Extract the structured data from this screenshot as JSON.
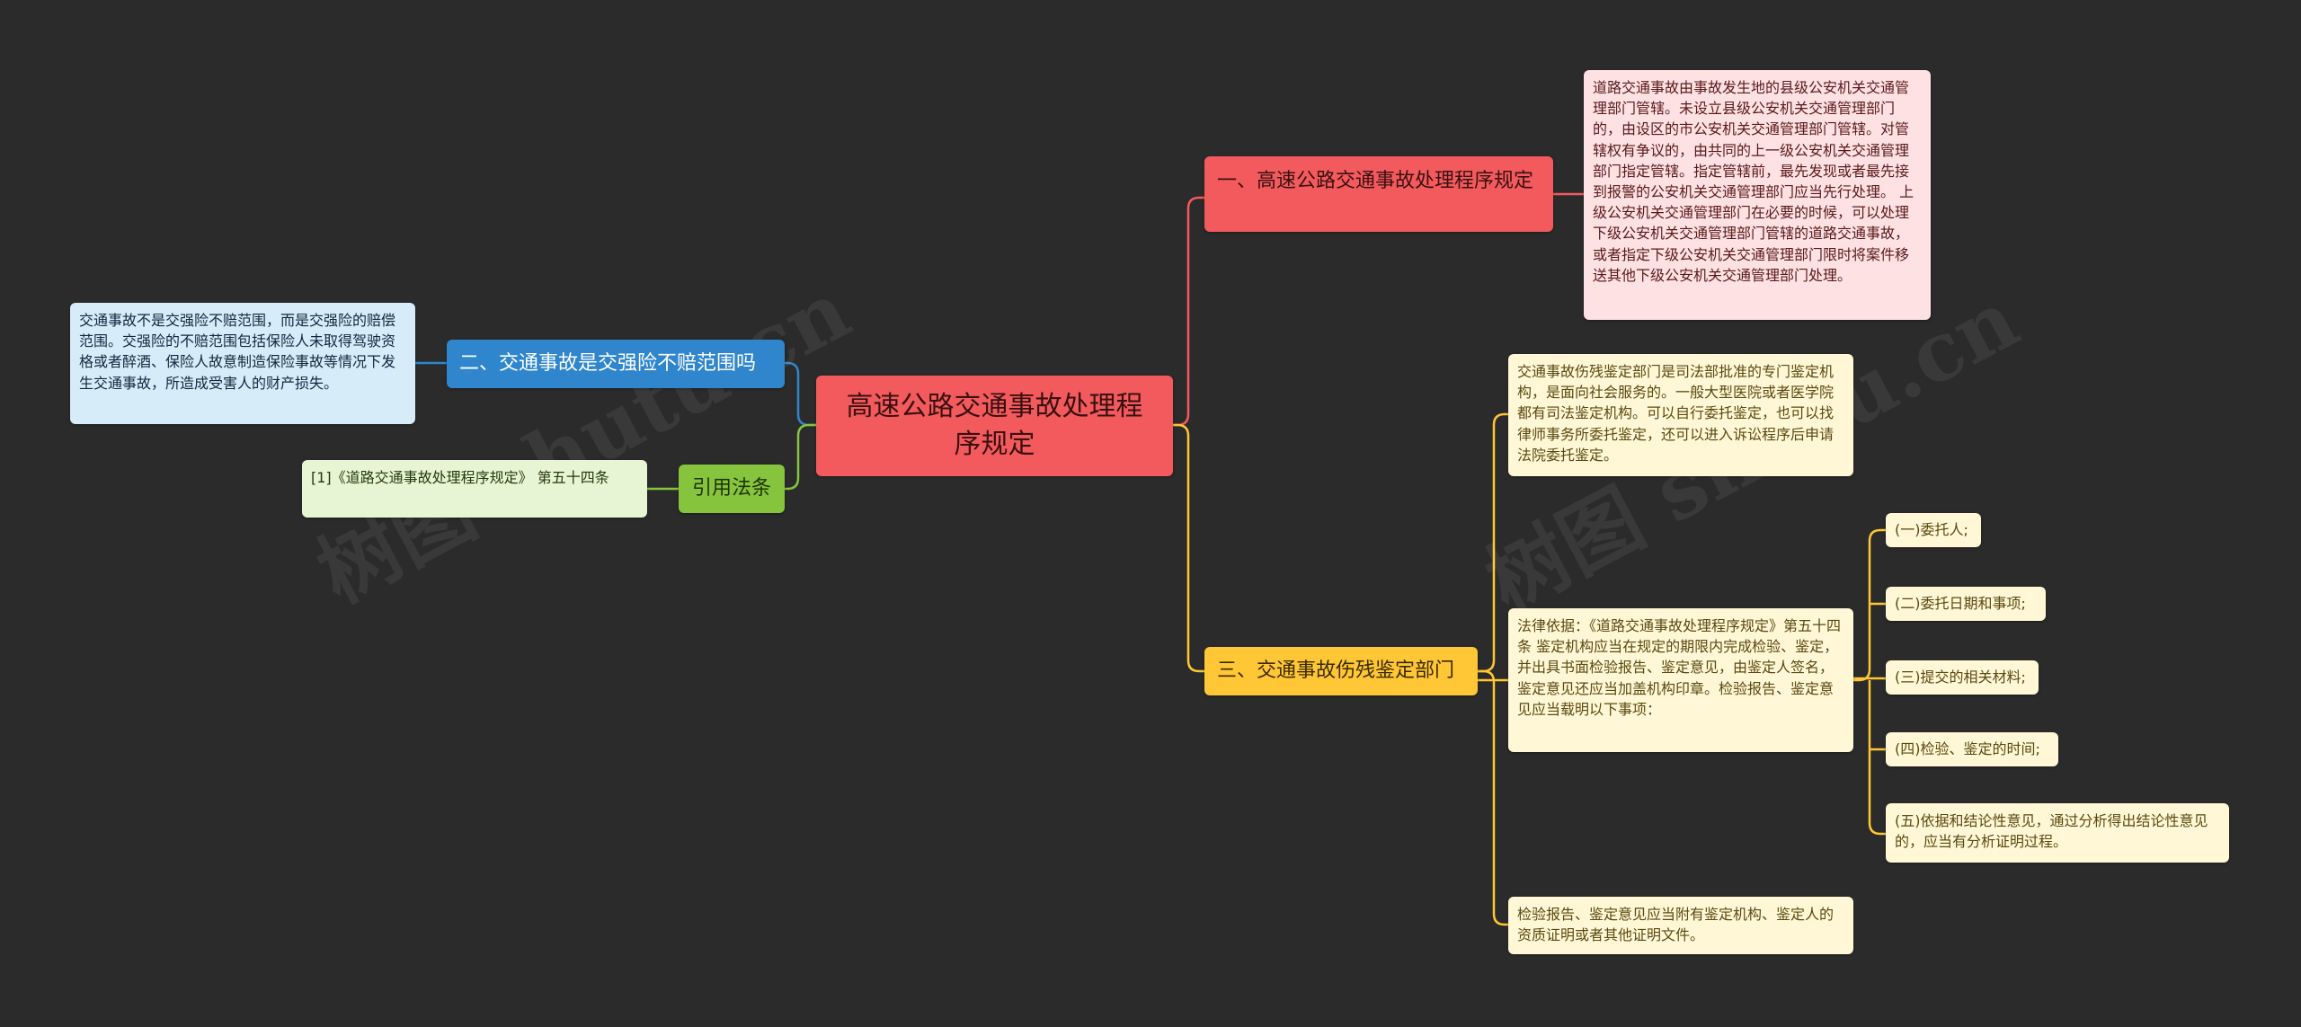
{
  "watermark": "树图 shutu.cn",
  "colors": {
    "red": "#f25a5d",
    "yellow": "#ffc735",
    "blue": "#2f86cc",
    "green": "#86c43e"
  },
  "root": {
    "label": "高速公路交通事故处理程序规定"
  },
  "branches": {
    "b1": {
      "label": "一、高速公路交通事故处理程序规定",
      "detail": "道路交通事故由事故发生地的县级公安机关交通管理部门管辖。未设立县级公安机关交通管理部门的，由设区的市公安机关交通管理部门管辖。对管辖权有争议的，由共同的上一级公安机关交通管理部门指定管辖。指定管辖前，最先发现或者最先接到报警的公安机关交通管理部门应当先行处理。 上级公安机关交通管理部门在必要的时候，可以处理下级公安机关交通管理部门管辖的道路交通事故，或者指定下级公安机关交通管理部门限时将案件移送其他下级公安机关交通管理部门处理。"
    },
    "b2": {
      "label": "二、交通事故是交强险不赔范围吗",
      "detail": "交通事故不是交强险不赔范围，而是交强险的赔偿范围。交强险的不赔范围包括保险人未取得驾驶资格或者醉酒、保险人故意制造保险事故等情况下发生交通事故，所造成受害人的财产损失。"
    },
    "b3": {
      "label": "三、交通事故伤残鉴定部门",
      "children": {
        "c1": "交通事故伤残鉴定部门是司法部批准的专门鉴定机构，是面向社会服务的。一般大型医院或者医学院都有司法鉴定机构。可以自行委托鉴定，也可以找律师事务所委托鉴定，还可以进入诉讼程序后申请法院委托鉴定。",
        "c2": "法律依据：《道路交通事故处理程序规定》第五十四条 鉴定机构应当在规定的期限内完成检验、鉴定，并出具书面检验报告、鉴定意见，由鉴定人签名，鉴定意见还应当加盖机构印章。检验报告、鉴定意见应当载明以下事项：",
        "c3": "检验报告、鉴定意见应当附有鉴定机构、鉴定人的资质证明或者其他证明文件。"
      },
      "items": [
        "(一)委托人;",
        "(二)委托日期和事项;",
        "(三)提交的相关材料;",
        "(四)检验、鉴定的时间;",
        "(五)依据和结论性意见，通过分析得出结论性意见的，应当有分析证明过程。"
      ]
    },
    "b4": {
      "label": "引用法条",
      "detail": "[1]《道路交通事故处理程序规定》 第五十四条"
    }
  }
}
